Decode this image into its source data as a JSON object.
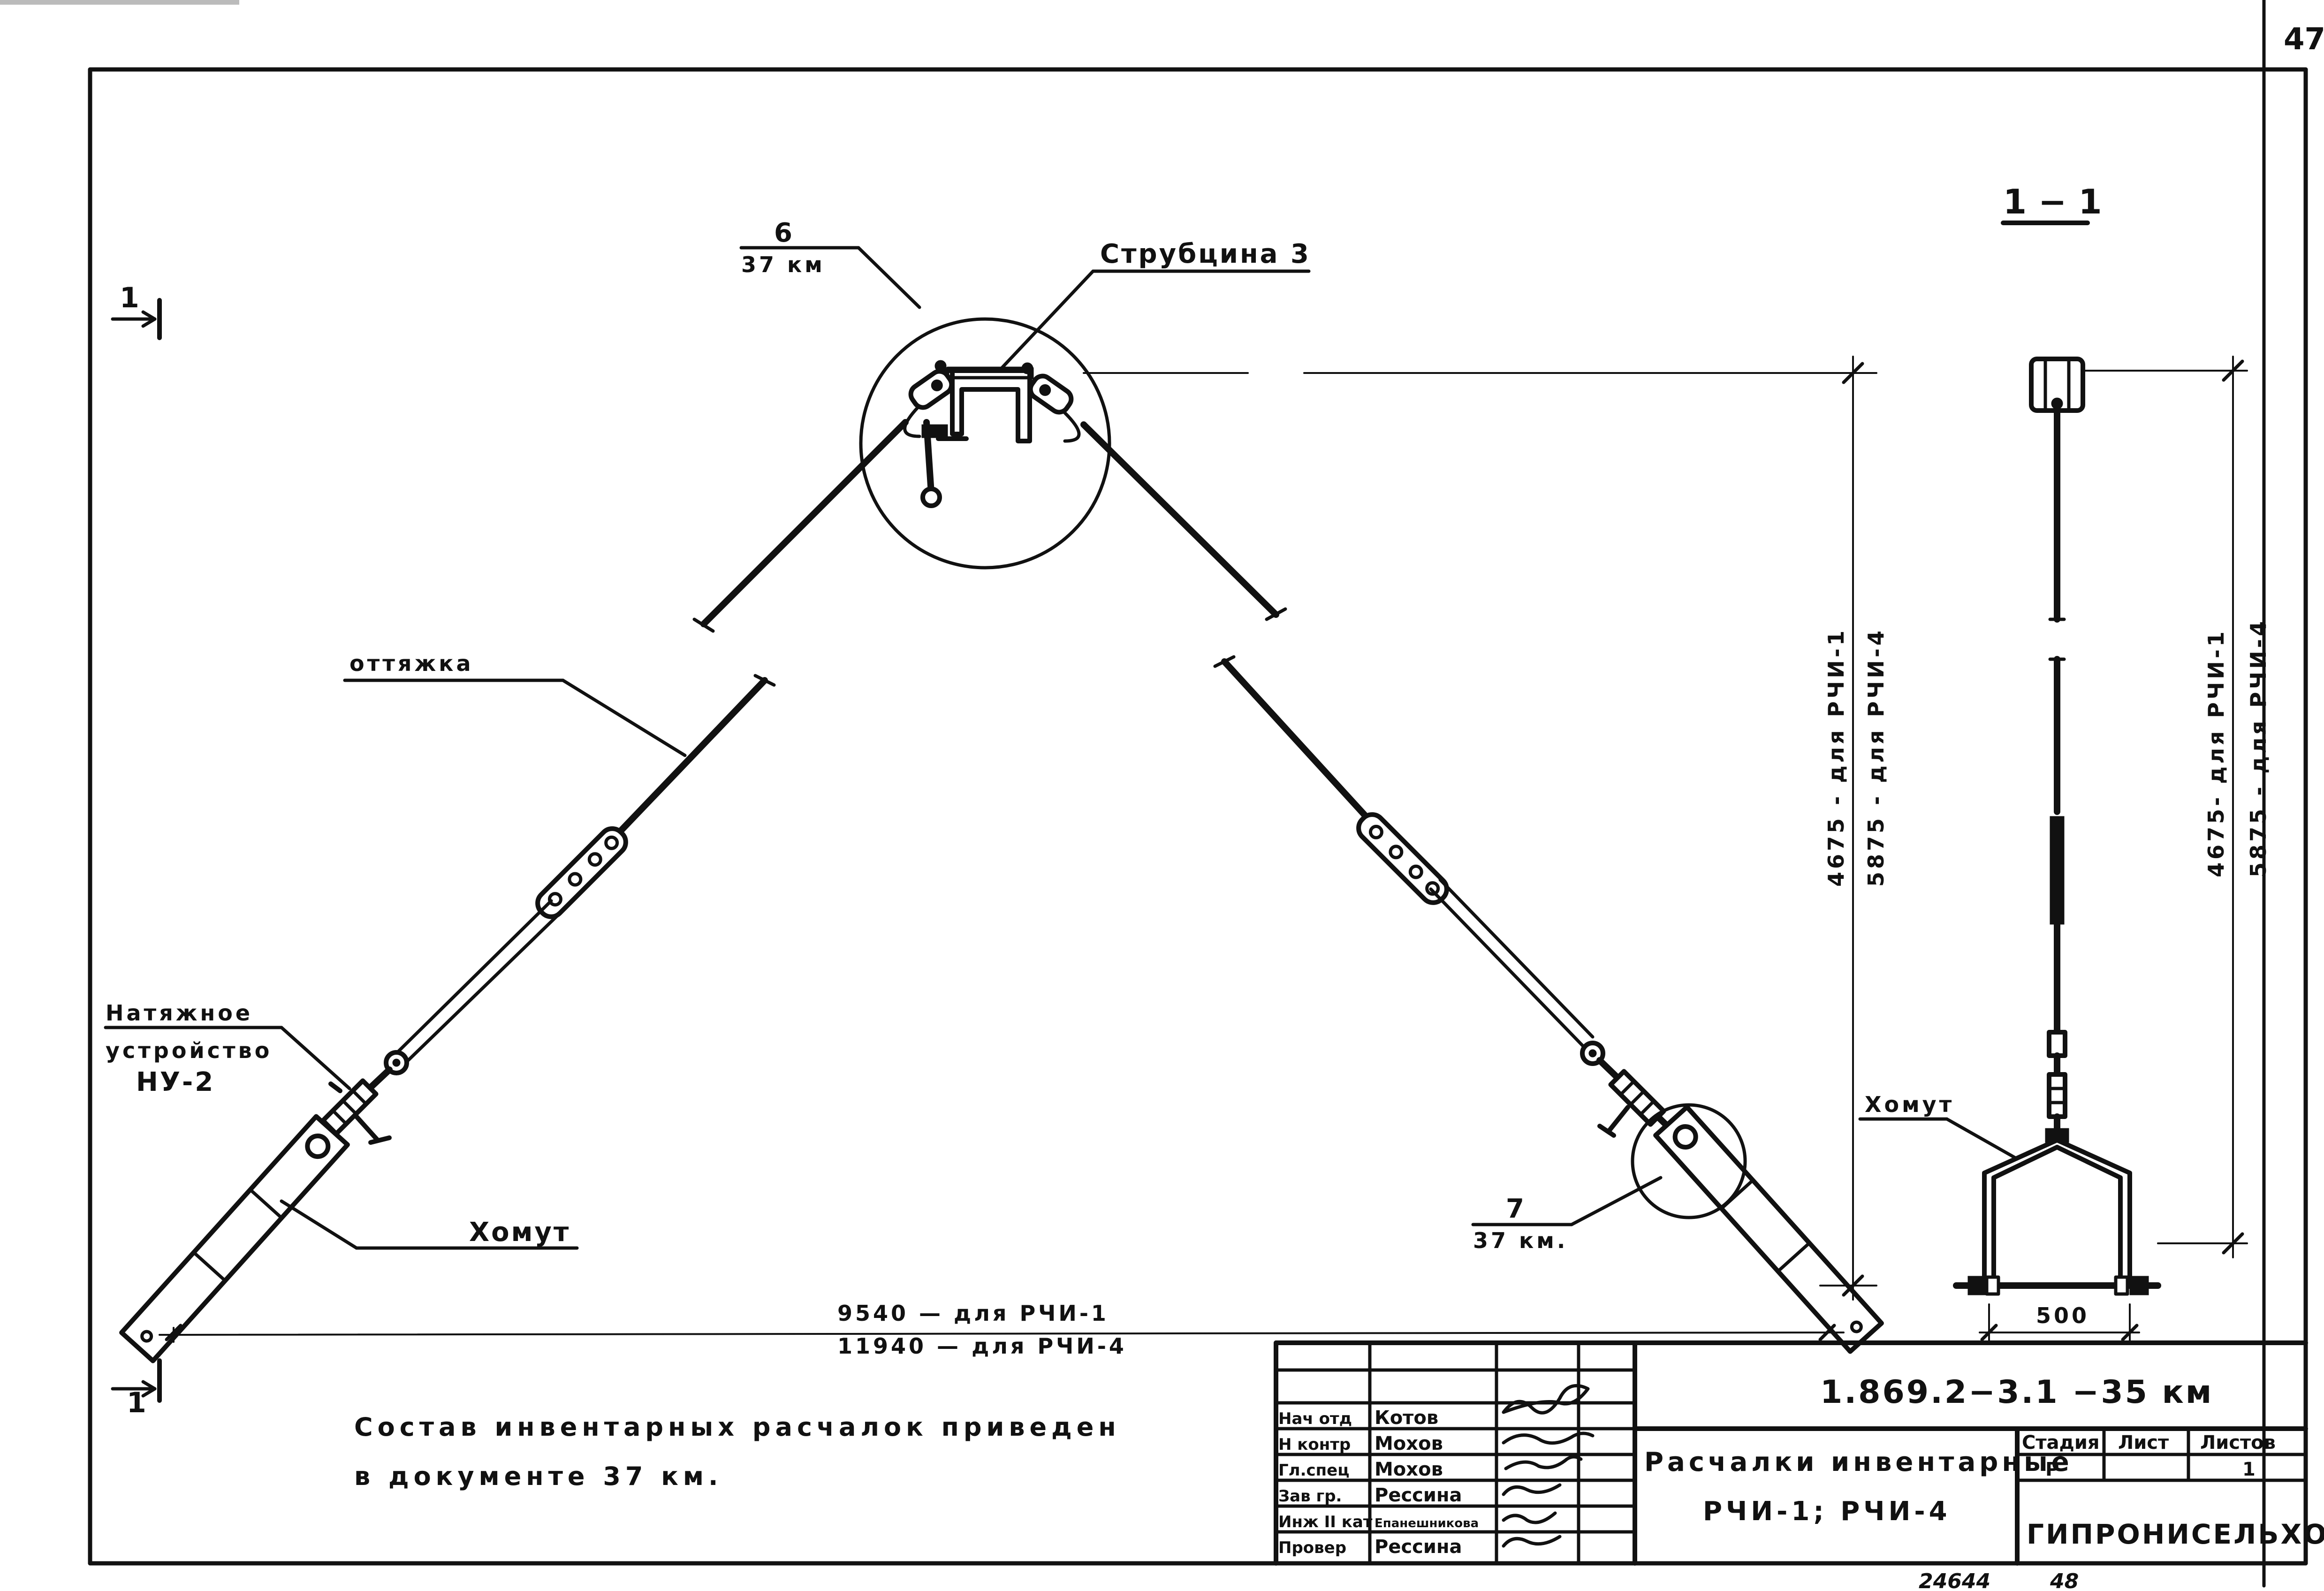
{
  "sheet": {
    "page_number": "47",
    "bottom_marks": [
      "24644",
      "48"
    ]
  },
  "section_marks": {
    "top": "1",
    "bottom": "1",
    "section_title": "1 − 1"
  },
  "callouts": {
    "node6": {
      "number": "6",
      "ref": "37 км"
    },
    "node7": {
      "number": "7",
      "ref": "37 км."
    },
    "clamp": "Струбцина 3",
    "guy": "оттяжка",
    "tensioner": [
      "Натяжное",
      "устройство",
      "НУ-2"
    ],
    "collar_main": "Хомут",
    "collar_section": "Хомут"
  },
  "dimensions": {
    "span": [
      "9540 — для  РЧИ-1",
      "11940 — для  РЧИ-4"
    ],
    "height_main": [
      "4675 - для  РЧИ-1",
      "5875 - для  РЧИ-4"
    ],
    "height_section": [
      "4675- для  РЧИ-1",
      "5875 - для  РЧИ-4"
    ],
    "width_section": "500"
  },
  "note": {
    "line1": "Состав  инвентарных  расчалок  приведен",
    "line2": "в  документе     37 км."
  },
  "title_block": {
    "code": "1.869.2−3.1 −35 км",
    "name_line1": "Расчалки  инвентарные",
    "name_line2": "РЧИ-1;  РЧИ-4",
    "organization": "ГИПРОНИСЕЛЬХОЗ",
    "stage_header": "Стадия",
    "sheet_header": "Лист",
    "sheets_header": "Листов",
    "stage": "Р",
    "sheets": "1",
    "signers": [
      {
        "role": "Нач отд",
        "name": "Котов"
      },
      {
        "role": "Н контр",
        "name": "Мохов"
      },
      {
        "role": "Гл.спец",
        "name": "Мохов"
      },
      {
        "role": "Зав гр.",
        "name": "Рессина"
      },
      {
        "role": "Инж II кат",
        "name": "Епанешникова"
      },
      {
        "role": "Провер",
        "name": "Рессина"
      }
    ]
  }
}
